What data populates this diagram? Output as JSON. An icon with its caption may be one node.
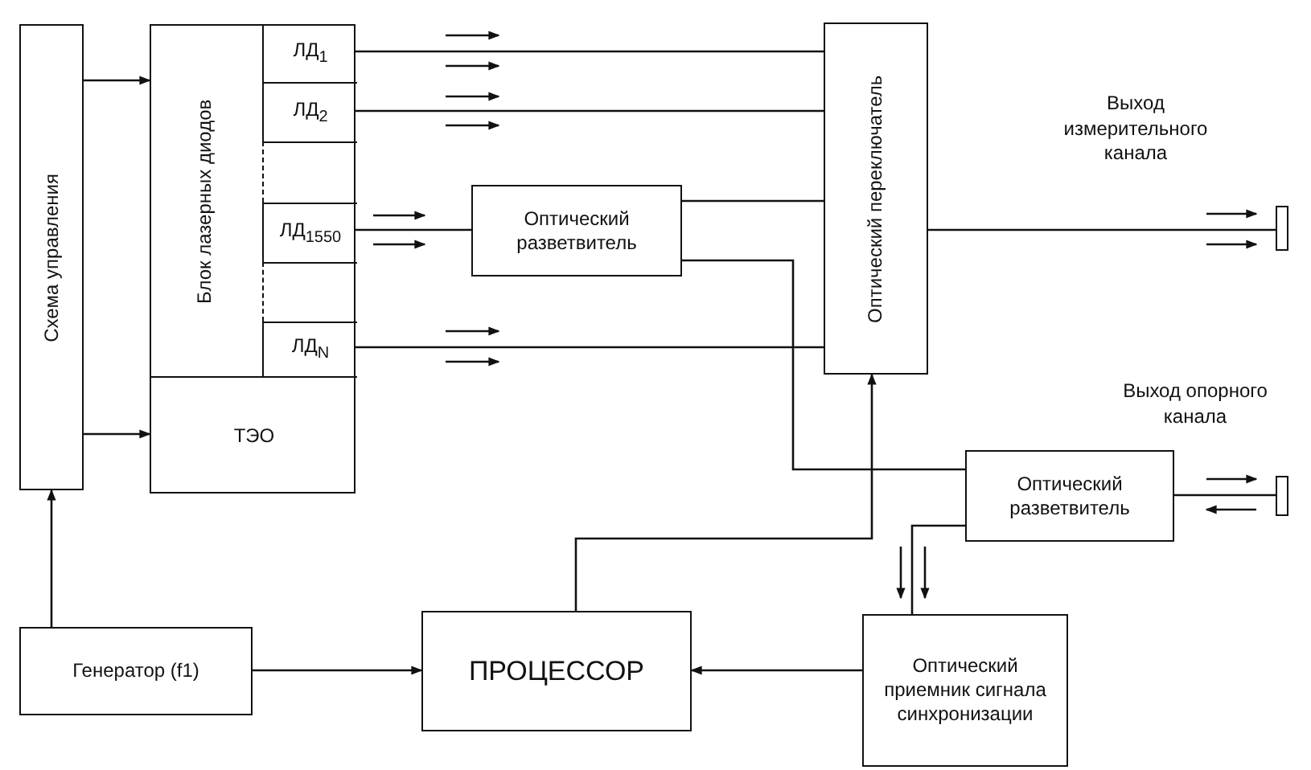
{
  "diagram": {
    "nodes": [
      {
        "text": [
          "Схема управления"
        ]
      },
      {
        "text": [
          "Блок лазерных диодов"
        ]
      },
      {
        "text": [
          "ЛД$_{1}$"
        ],
        "in": 1
      },
      {
        "text": [
          "ЛД$_{2}$"
        ],
        "in": 1
      },
      {
        "text": [],
        "shape": "box",
        "in": 1
      },
      {
        "text": [
          "ЛД$_{1550}$"
        ],
        "in": 1
      },
      {
        "text": [],
        "shape": "box",
        "in": 1
      },
      {
        "text": [
          "ЛД$_{N}$"
        ],
        "in": 1
      },
      {
        "text": [
          "ТЭО"
        ],
        "in": 1
      },
      {
        "text": [
          "Оптический разветвитель"
        ]
      },
      {
        "text": [
          "Оптический переключатель"
        ]
      },
      {
        "text": [],
        "shape": "box"
      },
      {
        "text": [
          "Оптический разветвитель"
        ]
      },
      {
        "text": [],
        "shape": "box"
      },
      {
        "text": [
          "Генератор (f1)"
        ]
      },
      {
        "text": [
          "ПРОЦЕССОР"
        ]
      },
      {
        "text": [
          "Оптический приемник сигнала синхронизации"
        ]
      }
    ],
    "edges": [
      {
        "from": 0,
        "to": 1,
        "arrow": "to"
      },
      {
        "from": 0,
        "to": 8,
        "arrow": "to"
      },
      {
        "from": 14,
        "to": 0,
        "arrow": "to"
      },
      {
        "from": 14,
        "to": 15,
        "arrow": "to"
      },
      {
        "from": 2,
        "to": 10,
        "arrow": "none"
      },
      {
        "from": 3,
        "to": 10,
        "arrow": "none"
      },
      {
        "from": 5,
        "to": 9,
        "arrow": "none"
      },
      {
        "from": 7,
        "to": 10,
        "arrow": "none"
      },
      {
        "from": 9,
        "to": 10,
        "arrow": "none"
      },
      {
        "from": 9,
        "to": 12,
        "arrow": "none"
      },
      {
        "from": 10,
        "to": 11,
        "arrow": "none"
      },
      {
        "from": 15,
        "to": 10,
        "arrow": "to"
      },
      {
        "from": 12,
        "to": 13,
        "arrow": "none"
      },
      {
        "from": 12,
        "to": 16,
        "arrow": "none"
      },
      {
        "from": 16,
        "to": 15,
        "arrow": "to"
      }
    ],
    "labels": [
      "Выход измерительного канала",
      "Выход опорного канала"
    ]
  }
}
